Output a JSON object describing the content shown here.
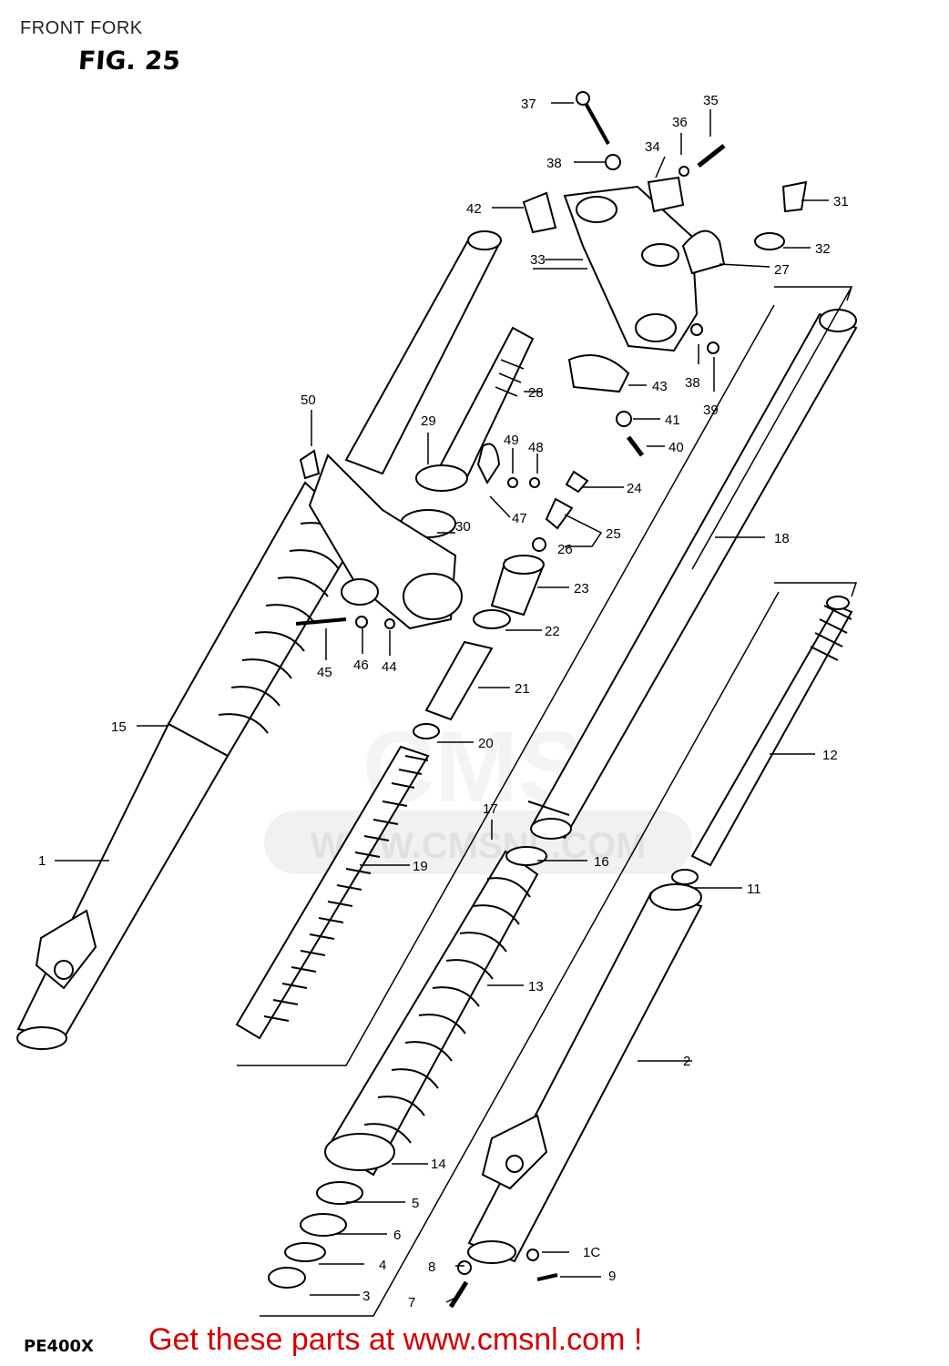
{
  "header": {
    "title": "FRONT FORK",
    "figure": "FIG. 25"
  },
  "footer": {
    "model": "PE400X",
    "cta": "Get these parts at www.cmsnl.com !"
  },
  "watermark": {
    "text": "WWW.CMSNL.COM",
    "color": "#d9d9d9"
  },
  "diagram": {
    "line_color": "#000000",
    "labels": [
      "1",
      "2",
      "3",
      "4",
      "5",
      "6",
      "7",
      "8",
      "1C",
      "9",
      "11",
      "12",
      "13",
      "14",
      "15",
      "16",
      "17",
      "18",
      "19",
      "20",
      "21",
      "22",
      "23",
      "24",
      "25",
      "26",
      "27",
      "28",
      "29",
      "30",
      "31",
      "32",
      "33",
      "34",
      "35",
      "36",
      "37",
      "38",
      "38",
      "39",
      "40",
      "41",
      "42",
      "43",
      "44",
      "45",
      "46",
      "47",
      "48",
      "49",
      "50"
    ]
  }
}
